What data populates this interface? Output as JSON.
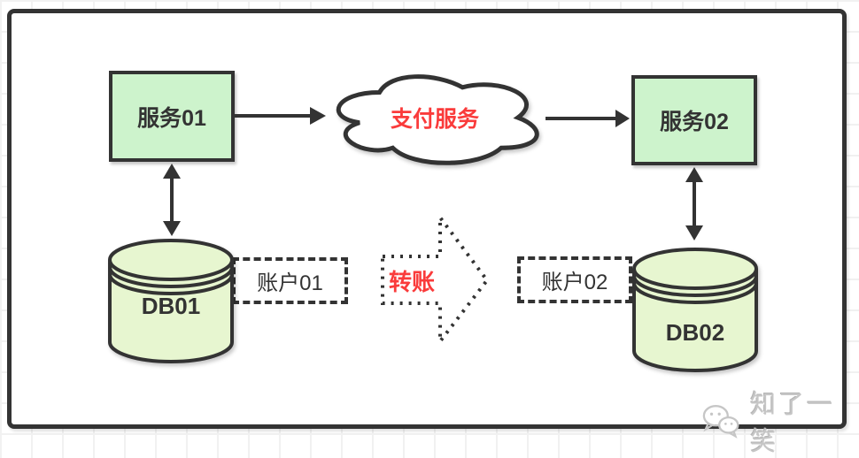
{
  "diagram": {
    "nodes": {
      "service01": {
        "label": "服务01"
      },
      "service02": {
        "label": "服务02"
      },
      "cloud": {
        "label": "支付服务"
      },
      "db01": {
        "label": "DB01"
      },
      "db02": {
        "label": "DB02"
      },
      "account01": {
        "label": "账户01"
      },
      "account02": {
        "label": "账户02"
      },
      "transfer": {
        "label": "转账"
      }
    },
    "colors": {
      "service_fill": "#cdf3cc",
      "db_fill": "#e7f6d0",
      "stroke": "#333333",
      "accent_red": "#fa3b3b",
      "watermark_gray": "#c6c6c6"
    },
    "watermark": {
      "text": "知了一笑"
    }
  }
}
